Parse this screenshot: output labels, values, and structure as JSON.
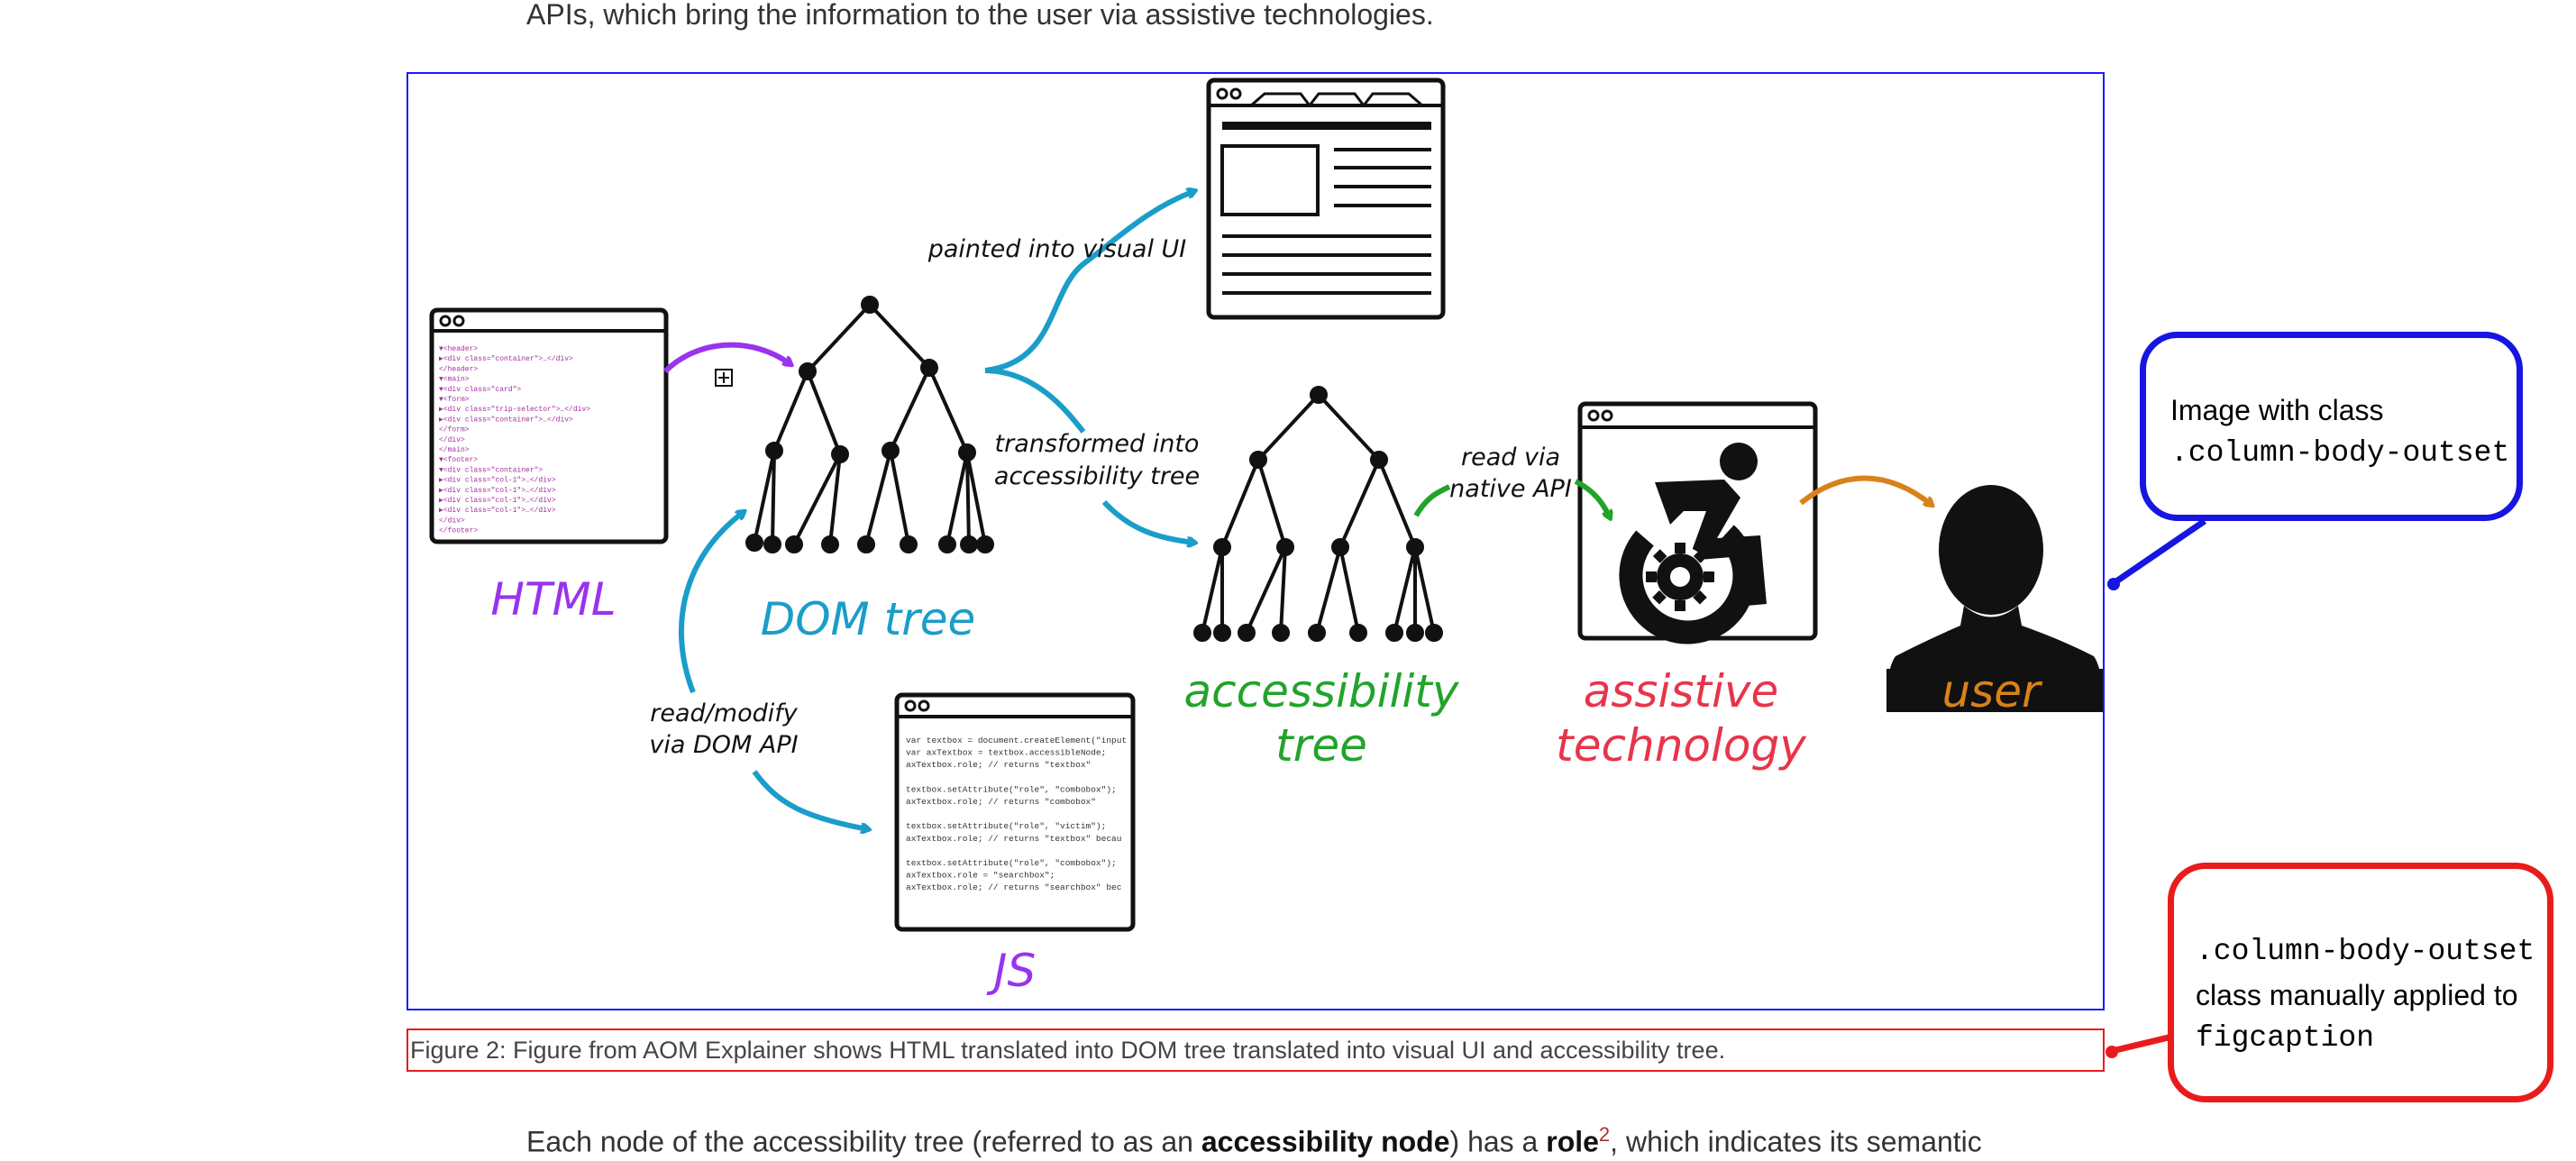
{
  "prose": {
    "top_line": "APIs, which bring the information to the user via assistive technologies.",
    "bottom_before_bold1": "Each node of the accessibility tree (referred to as an ",
    "bottom_bold1": "accessibility node",
    "bottom_between": ") has a ",
    "bottom_bold2": "role",
    "bottom_footnote": "2",
    "bottom_after": ", which indicates its semantic"
  },
  "diagram": {
    "labels": {
      "html": "HTML",
      "dom_tree": "DOM tree",
      "js": "JS",
      "accessibility_tree_line1": "accessibility",
      "accessibility_tree_line2": "tree",
      "assistive_line1": "assistive",
      "assistive_line2": "technology",
      "user": "user"
    },
    "edges": {
      "painted": "painted into visual UI",
      "transformed_line1": "transformed into",
      "transformed_line2": "accessibility tree",
      "read_native_line1": "read via",
      "read_native_line2": "native API",
      "read_modify_line1": "read/modify",
      "read_modify_line2": "via DOM API"
    },
    "html_code": [
      "▼<header>",
      "  ▶<div class=\"container\">…</div>",
      "  </header>",
      "▼<main>",
      "  ▼<div class=\"card\">",
      "    ▼<form>",
      "      ▶<div class=\"trip-selector\">…</div>",
      "      ▶<div class=\"container\">…</div>",
      "      </form>",
      "    </div>",
      "  </main>",
      "▼<footer>",
      "  ▼<div class=\"container\">",
      "    ▶<div class=\"col-1\">…</div>",
      "    ▶<div class=\"col-1\">…</div>",
      "    ▶<div class=\"col-1\">…</div>",
      "    ▶<div class=\"col-1\">…</div>",
      "    </div>",
      "  </footer>"
    ],
    "js_code": [
      "var textbox = document.createElement(\"input",
      "var axTextbox = textbox.accessibleNode;",
      "axTextbox.role;  // returns \"textbox\"",
      "",
      "textbox.setAttribute(\"role\", \"combobox\");",
      "axTextbox.role;  // returns \"combobox\"",
      "",
      "textbox.setAttribute(\"role\", \"victim\");",
      "axTextbox.role;  // returns \"textbox\" becau",
      "",
      "textbox.setAttribute(\"role\", \"combobox\");",
      "axTextbox.role = \"searchbox\";",
      "axTextbox.role;  // returns \"searchbox\" bec"
    ],
    "colors": {
      "html": "#9933ee",
      "dom": "#1a9dc9",
      "js": "#9933ee",
      "accessibility": "#22a32b",
      "assistive": "#e8344a",
      "user": "#d9821b",
      "figure_border": "#1a1aff",
      "caption_border": "#e81c1c"
    }
  },
  "caption": "Figure 2: Figure from AOM Explainer shows HTML translated into DOM tree translated into visual UI and accessibility tree.",
  "callouts": {
    "blue_line1": "Image with class",
    "blue_line2": ".column-body-outset",
    "red_line1": ".column-body-outset",
    "red_line2": "class manually applied to",
    "red_line3": "figcaption"
  }
}
